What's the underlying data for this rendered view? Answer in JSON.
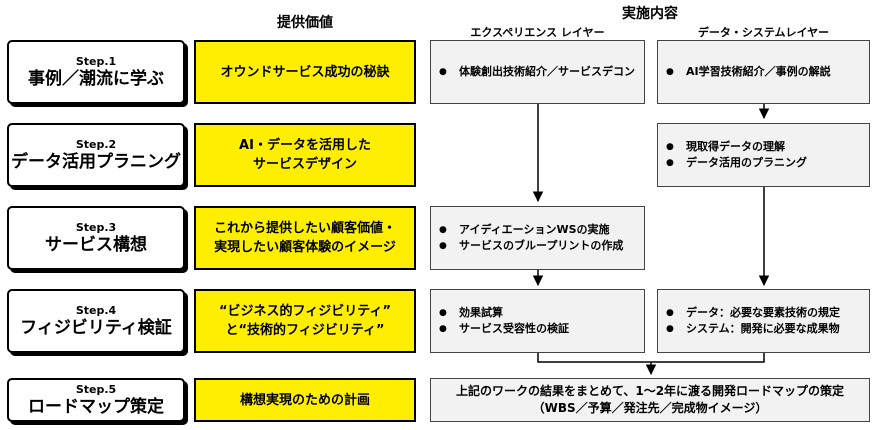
{
  "headers": {
    "value": "提供価値",
    "implementation": "実施内容",
    "experience_layer": "エクスペリエンス レイヤー",
    "data_system_layer": "データ・システムレイヤー"
  },
  "steps": [
    {
      "num": "Step.1",
      "title": "事例／潮流に学ぶ"
    },
    {
      "num": "Step.2",
      "title": "データ活用プラニング"
    },
    {
      "num": "Step.3",
      "title": "サービス構想"
    },
    {
      "num": "Step.4",
      "title": "フィジビリティ検証"
    },
    {
      "num": "Step.5",
      "title": "ロードマップ策定"
    }
  ],
  "values": [
    [
      "オウンドサービス成功の秘訣"
    ],
    [
      "AI・データを活用した",
      "サービスデザイン"
    ],
    [
      "これから提供したい顧客価値・",
      "実現したい顧客体験のイメージ"
    ],
    [
      "“ビジネス的フィジビリティ”",
      "と“技術的フィジビリティ”"
    ],
    [
      "構想実現のための計画"
    ]
  ],
  "experience": {
    "step1": [
      "体験創出技術紹介／サービスデコン"
    ],
    "step3": [
      "アイディエーションWSの実施",
      "サービスのブループリントの作成"
    ],
    "step4": [
      "効果試算",
      "サービス受容性の検証"
    ]
  },
  "data_system": {
    "step1": [
      "AI学習技術紹介／事例の解説"
    ],
    "step2": [
      "現取得データの理解",
      "データ活用のプラニング"
    ],
    "step4": [
      "データ：必要な要素技術の規定",
      "システム：開発に必要な成果物"
    ]
  },
  "roadmap": {
    "line1": "上記のワークの結果をまとめて、1～2年に渡る開発ロードマップの策定",
    "line2": "（WBS／予算／発注先／完成物イメージ）"
  }
}
